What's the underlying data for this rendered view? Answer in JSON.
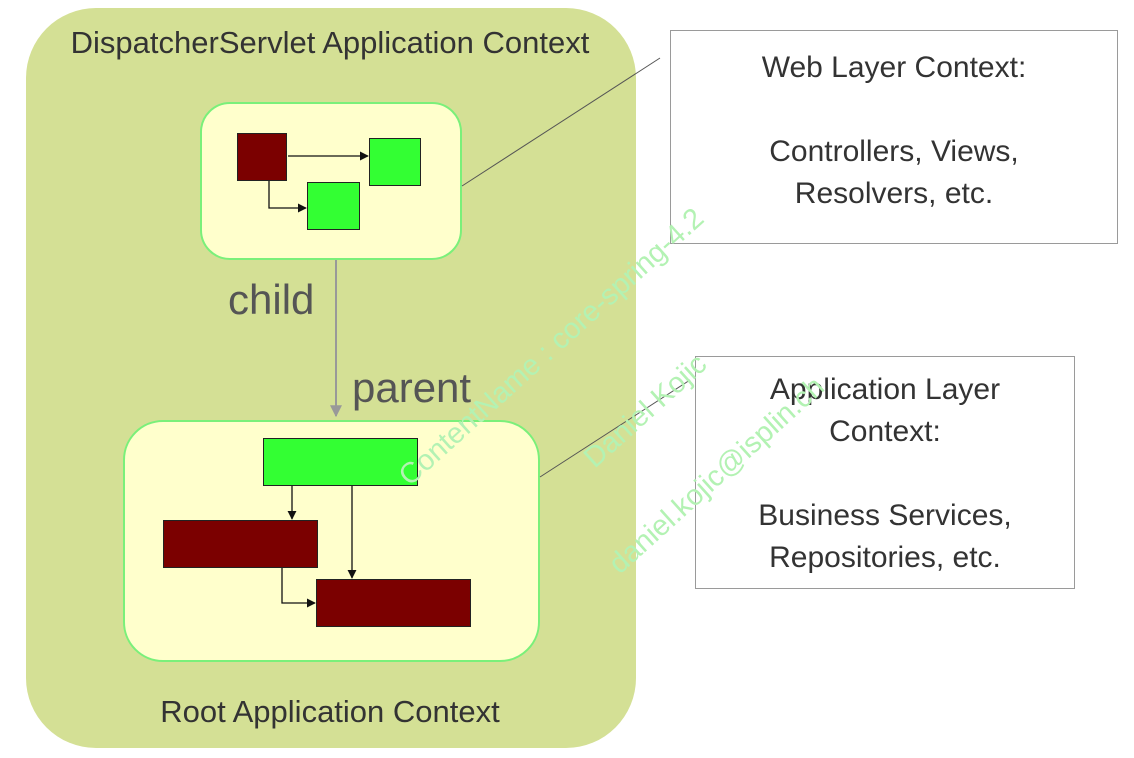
{
  "diagram": {
    "dispatcher_context_label": "DispatcherServlet Application Context",
    "root_context_label": "Root Application Context",
    "child_label": "child",
    "parent_label": "parent"
  },
  "notes": {
    "web_layer": "Web Layer Context:\n\nControllers, Views,\nResolvers, etc.",
    "app_layer": "Application Layer\nContext:\n\nBusiness Services,\nRepositories, etc."
  },
  "watermark": {
    "content_name": "ContentName : core-spring-4.2",
    "author": "Daniel Kojic",
    "email": "daniel.kojic@isplin.ch"
  },
  "colors": {
    "outer_context": "#d4e095",
    "inner_context": "#ffffcc",
    "inner_border": "#7af07a",
    "bean_red": "#7b0000",
    "bean_green": "#33ff33",
    "watermark": "#b3f2b3"
  }
}
